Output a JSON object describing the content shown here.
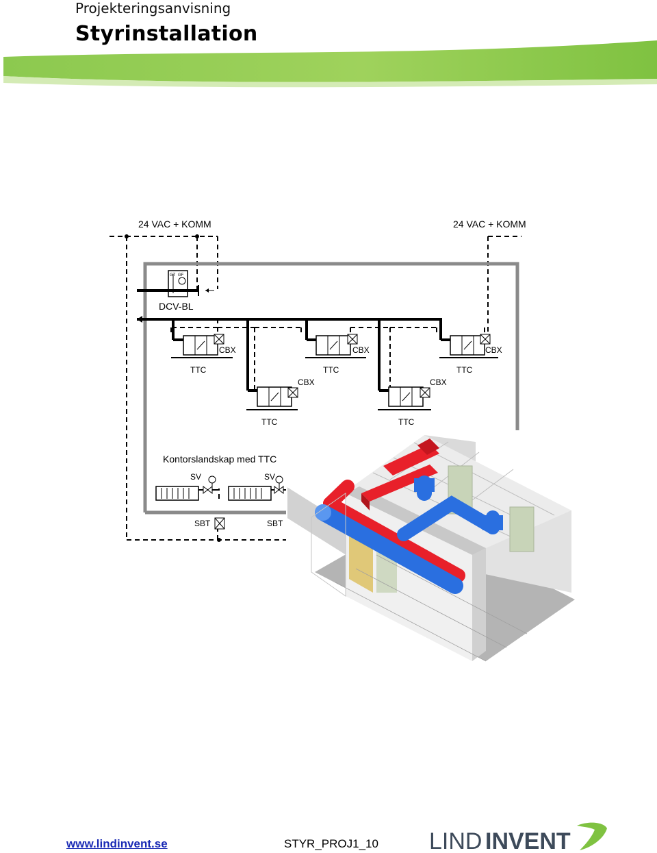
{
  "header": {
    "subtitle": "Projekteringsanvisning",
    "title": "Styrinstallation"
  },
  "diagram": {
    "supply_left": "24 VAC + KOMM",
    "supply_right": "24 VAC + KOMM",
    "dcv_label": "DCV-BL",
    "cbx_labels": [
      "CBX",
      "CBX",
      "CBX",
      "CBX",
      "CBX"
    ],
    "ttc_labels": [
      "TTC",
      "TTC",
      "TTC",
      "TTC",
      "TTC"
    ],
    "office_label": "Kontorslandskap med TTC",
    "sv_labels": [
      "SV",
      "SV"
    ],
    "sbt_labels": [
      "SBT",
      "SBT"
    ],
    "colors": {
      "supply_duct": "#e8202a",
      "return_duct": "#2a6fe0",
      "band": "#7fc241"
    }
  },
  "footer": {
    "link": "www.lindinvent.se",
    "doc_code": "STYR_PROJ1_10",
    "logo_light": "LIND",
    "logo_bold": "INVENT"
  }
}
